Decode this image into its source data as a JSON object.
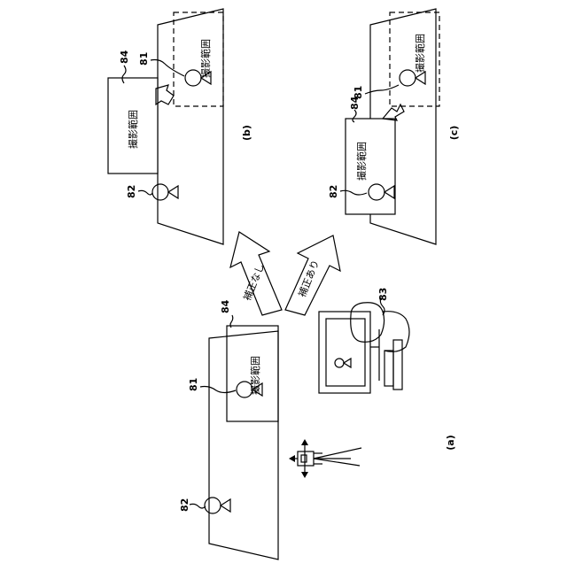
{
  "panels": {
    "a": {
      "label": "(a)"
    },
    "b": {
      "label": "(b)"
    },
    "c": {
      "label": "(c)"
    }
  },
  "shooting_range_label": "撮影範囲",
  "refs": {
    "subject_81": "81",
    "subject_82": "82",
    "operator_83": "83",
    "range_84": "84"
  },
  "arrows": {
    "without_correction": "補正なし",
    "with_correction": "補正あり"
  }
}
